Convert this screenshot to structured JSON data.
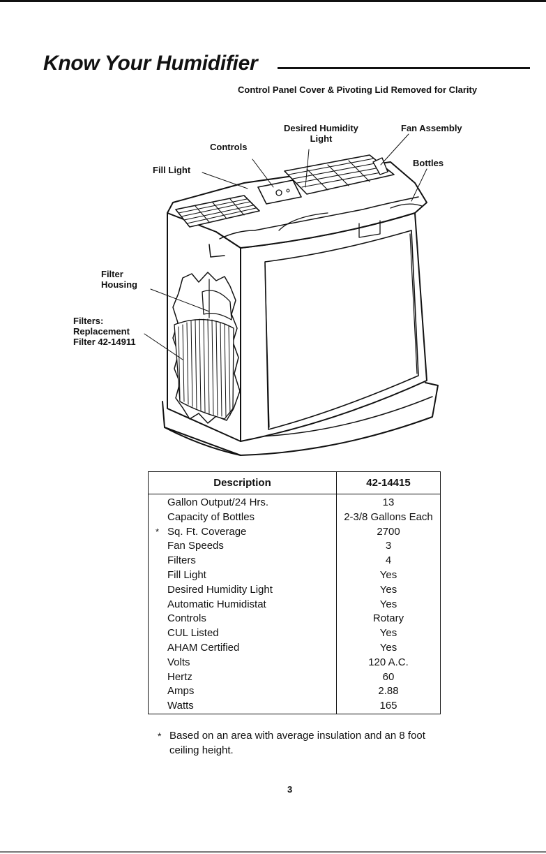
{
  "page": {
    "title": "Know Your Humidifier",
    "subtitle": "Control Panel Cover & Pivoting Lid Removed for Clarity",
    "page_number": "3"
  },
  "callouts": {
    "desired_humidity_light": [
      "Desired Humidity",
      "Light"
    ],
    "fan_assembly": "Fan Assembly",
    "controls": "Controls",
    "fill_light": "Fill Light",
    "bottles": "Bottles",
    "filter_housing": [
      "Filter",
      "Housing"
    ],
    "filters": [
      "Filters:",
      "Replacement",
      "Filter 42-14911"
    ]
  },
  "spec_table": {
    "headers": [
      "Description",
      "42-14415"
    ],
    "rows": [
      {
        "desc": "Gallon Output/24 Hrs.",
        "value": "13",
        "star": ""
      },
      {
        "desc": "Capacity of Bottles",
        "value": "2-3/8 Gallons Each",
        "star": ""
      },
      {
        "desc": "Sq. Ft. Coverage",
        "value": "2700",
        "star": "*"
      },
      {
        "desc": "Fan Speeds",
        "value": "3",
        "star": ""
      },
      {
        "desc": "Filters",
        "value": "4",
        "star": ""
      },
      {
        "desc": "Fill Light",
        "value": "Yes",
        "star": ""
      },
      {
        "desc": "Desired Humidity Light",
        "value": "Yes",
        "star": ""
      },
      {
        "desc": "Automatic Humidistat",
        "value": "Yes",
        "star": ""
      },
      {
        "desc": "Controls",
        "value": "Rotary",
        "star": ""
      },
      {
        "desc": "CUL Listed",
        "value": "Yes",
        "star": ""
      },
      {
        "desc": "AHAM Certified",
        "value": "Yes",
        "star": ""
      },
      {
        "desc": "Volts",
        "value": "120 A.C.",
        "star": ""
      },
      {
        "desc": "Hertz",
        "value": "60",
        "star": ""
      },
      {
        "desc": "Amps",
        "value": "2.88",
        "star": ""
      },
      {
        "desc": "Watts",
        "value": "165",
        "star": ""
      }
    ]
  },
  "footnote": {
    "marker": "*",
    "text": "Based on an area with average insulation and an 8 foot ceiling height."
  }
}
